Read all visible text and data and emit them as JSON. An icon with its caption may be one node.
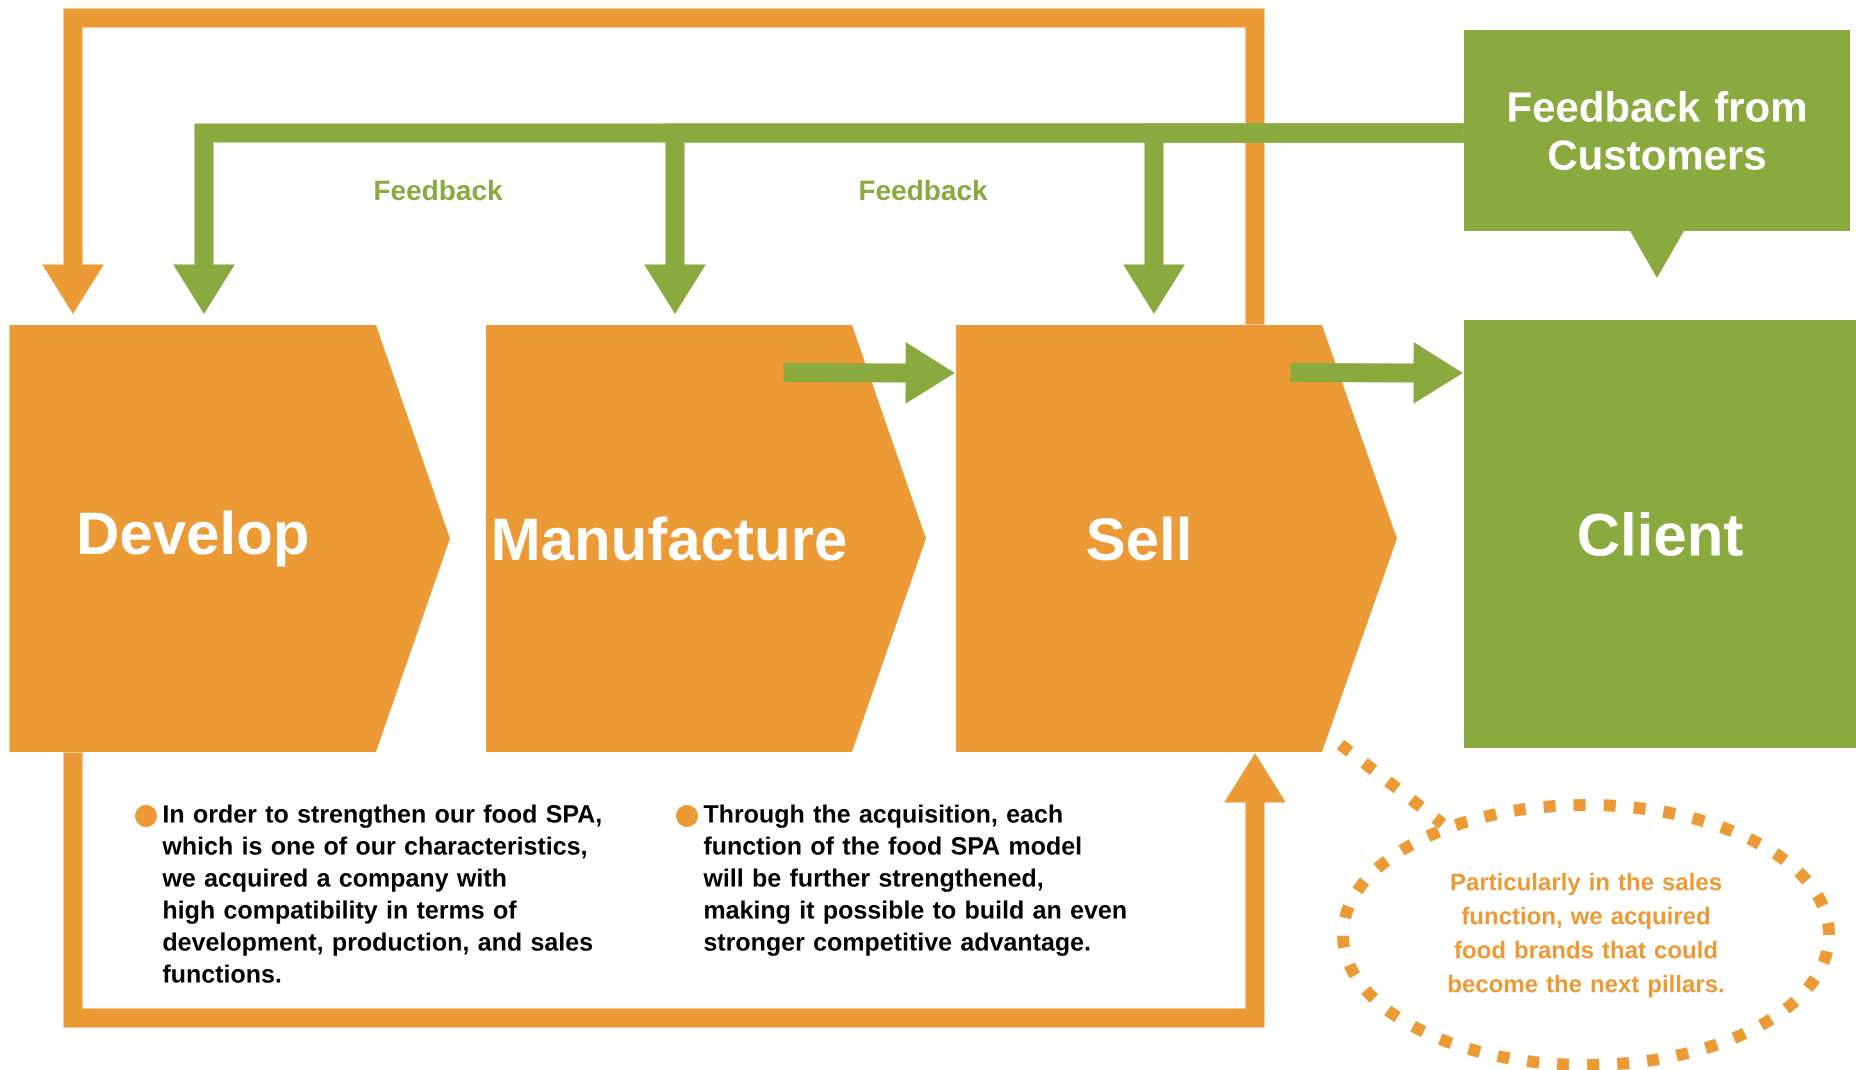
{
  "diagram": {
    "nodes": [
      {
        "text": [
          "Develop"
        ]
      },
      {
        "text": [
          "Manufacture"
        ]
      },
      {
        "text": [
          "Sell"
        ]
      },
      {
        "text": [
          "Client"
        ]
      },
      {
        "text": [
          "Feedback from Customers"
        ]
      },
      {
        "text": [
          "Particularly in the sales function, we acquired food brands that could become the next pillars."
        ]
      }
    ],
    "edges": [
      {
        "from": 4,
        "to": 0,
        "arrow": "to",
        "color": "#8aaa3f"
      },
      {
        "from": 4,
        "to": 1,
        "arrow": "to",
        "color": "#8aaa3f"
      },
      {
        "from": 4,
        "to": 2,
        "arrow": "to",
        "color": "#8aaa3f"
      },
      {
        "from": 2,
        "to": 0,
        "arrow": "to",
        "color": "#ec9a35"
      },
      {
        "from": 0,
        "to": 2,
        "arrow": "to",
        "color": "#ec9a35"
      },
      {
        "from": 1,
        "to": 2,
        "arrow": "to",
        "color": "#8aaa3f"
      },
      {
        "from": 2,
        "to": 3,
        "arrow": "to",
        "color": "#8aaa3f"
      },
      {
        "from": 2,
        "to": 5,
        "arrow": "none",
        "style": "dashed",
        "color": "#ec9a35"
      }
    ],
    "labels": [
      "Feedback",
      "Feedback",
      "In order to strengthen our food SPA, which is one of our characteristics, we acquired a company with high compatibility in terms of development, production, and sales functions.",
      "Through the acquisition, each function of the food SPA model will be further strengthened, making it possible to build an even stronger competitive advantage."
    ]
  }
}
